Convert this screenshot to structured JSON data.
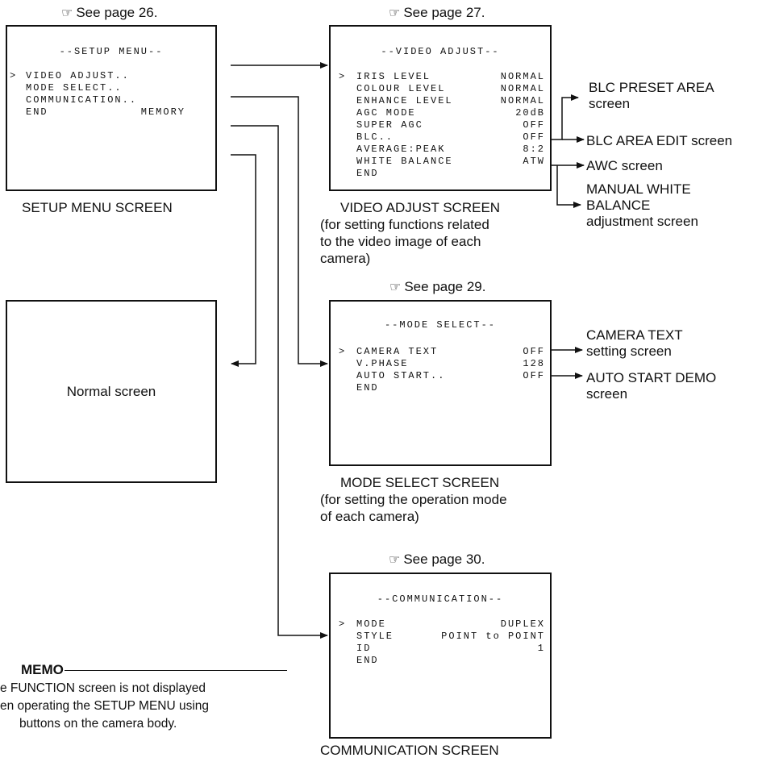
{
  "refs": {
    "setup": "See page 26.",
    "video": "See page 27.",
    "mode": "See page 29.",
    "comm": "See page 30."
  },
  "setup_menu": {
    "title": "--SETUP MENU--",
    "items": [
      {
        "cursor": ">",
        "label": "VIDEO ADJUST..",
        "value": ""
      },
      {
        "cursor": "",
        "label": "MODE SELECT..",
        "value": ""
      },
      {
        "cursor": "",
        "label": "COMMUNICATION..",
        "value": ""
      },
      {
        "cursor": "",
        "label": "END",
        "value": "MEMORY"
      }
    ],
    "caption": "SETUP MENU SCREEN"
  },
  "video_adjust": {
    "title": "--VIDEO ADJUST--",
    "items": [
      {
        "cursor": ">",
        "label": "IRIS LEVEL",
        "value": "NORMAL"
      },
      {
        "cursor": "",
        "label": "COLOUR LEVEL",
        "value": "NORMAL"
      },
      {
        "cursor": "",
        "label": "ENHANCE LEVEL",
        "value": "NORMAL"
      },
      {
        "cursor": "",
        "label": "AGC MODE",
        "value": "20dB"
      },
      {
        "cursor": "",
        "label": "SUPER AGC",
        "value": "OFF"
      },
      {
        "cursor": "",
        "label": "BLC..",
        "value": "OFF"
      },
      {
        "cursor": "",
        "label": "AVERAGE:PEAK",
        "value": "8:2"
      },
      {
        "cursor": "",
        "label": "WHITE BALANCE",
        "value": "ATW"
      },
      {
        "cursor": "",
        "label": "END",
        "value": ""
      }
    ],
    "caption": [
      "VIDEO ADJUST SCREEN",
      "(for setting functions related",
      "to the video image of each",
      "camera)"
    ]
  },
  "video_targets": {
    "blc_preset": [
      "BLC PRESET AREA",
      "screen"
    ],
    "blc_edit": "BLC AREA EDIT screen",
    "awc": "AWC screen",
    "manual_wb": [
      "MANUAL WHITE",
      "BALANCE",
      "adjustment screen"
    ]
  },
  "normal_screen": {
    "label": "Normal screen"
  },
  "mode_select": {
    "title": "--MODE SELECT--",
    "items": [
      {
        "cursor": ">",
        "label": "CAMERA TEXT",
        "value": "OFF"
      },
      {
        "cursor": "",
        "label": "V.PHASE",
        "value": "128"
      },
      {
        "cursor": "",
        "label": "AUTO START..",
        "value": "OFF"
      },
      {
        "cursor": "",
        "label": "END",
        "value": ""
      }
    ],
    "caption": [
      "MODE SELECT SCREEN",
      "(for setting the operation mode",
      "of each camera)"
    ]
  },
  "mode_targets": {
    "camera_text": [
      "CAMERA TEXT",
      "setting screen"
    ],
    "auto_start": [
      "AUTO START DEMO",
      "screen"
    ]
  },
  "communication": {
    "title": "--COMMUNICATION--",
    "items": [
      {
        "cursor": ">",
        "label": "MODE",
        "value": "DUPLEX"
      },
      {
        "cursor": "",
        "label": "STYLE",
        "value": "POINT to POINT"
      },
      {
        "cursor": "",
        "label": "ID",
        "value": "1"
      },
      {
        "cursor": "",
        "label": "END",
        "value": ""
      }
    ],
    "caption": "COMMUNICATION  SCREEN"
  },
  "memo": {
    "heading": "MEMO",
    "lines": [
      "e FUNCTION screen is not displayed",
      "en operating the SETUP MENU using",
      "buttons on the camera body."
    ]
  }
}
